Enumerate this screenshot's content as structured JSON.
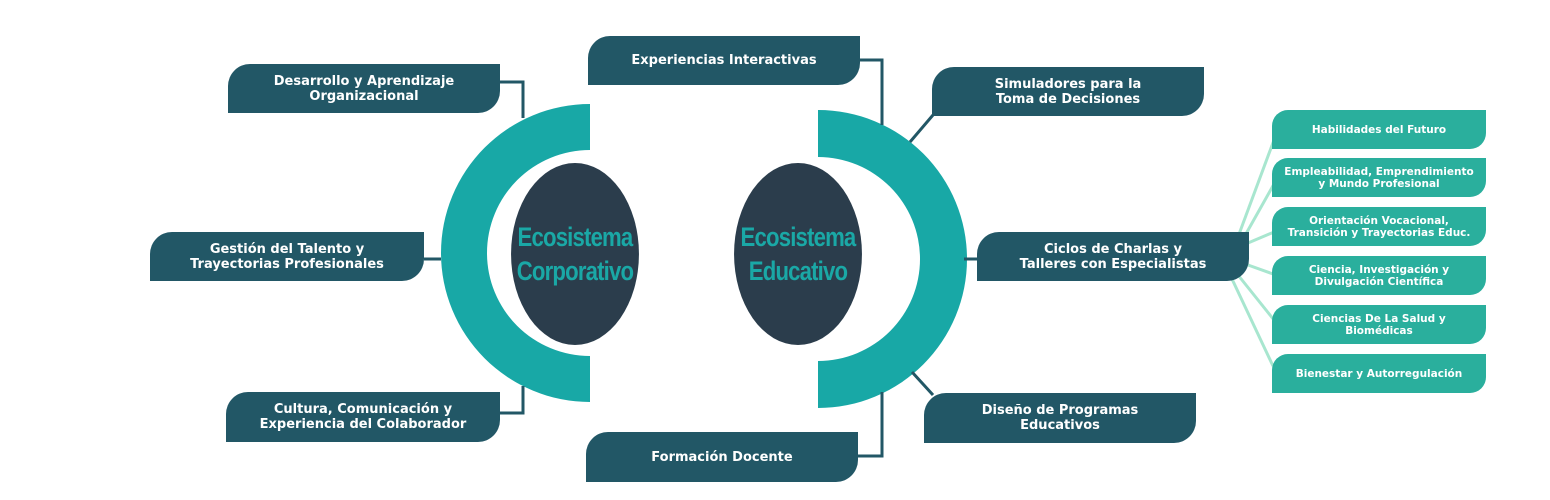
{
  "colors": {
    "node_bg": "#225766",
    "leaf_bg": "#2aaf9d",
    "arc": "#18a8a6",
    "hub_bg": "#2b3d4c",
    "hub_text": "#1aa8a6",
    "connector_dark": "#225766",
    "connector_light": "#a8e6cf"
  },
  "hubs": {
    "corporativo": "Ecosistema\nCorporativo",
    "educativo": "Ecosistema\nEducativo"
  },
  "corporativo_nodes": [
    "Desarrollo y Aprendizaje\nOrganizacional",
    "Gestión del Talento y\nTrayectorias Profesionales",
    "Cultura, Comunicación y\nExperiencia del Colaborador"
  ],
  "shared_nodes": [
    "Experiencias Interactivas",
    "Formación Docente"
  ],
  "educativo_nodes": [
    "Simuladores para la\nToma de Decisiones",
    "Ciclos de Charlas y\nTalleres con Especialistas",
    "Diseño de Programas\nEducativos"
  ],
  "charlas_subtopics": [
    "Habilidades del Futuro",
    "Empleabilidad, Emprendimiento\ny Mundo Profesional",
    "Orientación Vocacional,\nTransición y Trayectorias Educ.",
    "Ciencia, Investigación y\nDivulgación Científica",
    "Ciencias De La Salud y\nBiomédicas",
    "Bienestar y Autorregulación"
  ]
}
